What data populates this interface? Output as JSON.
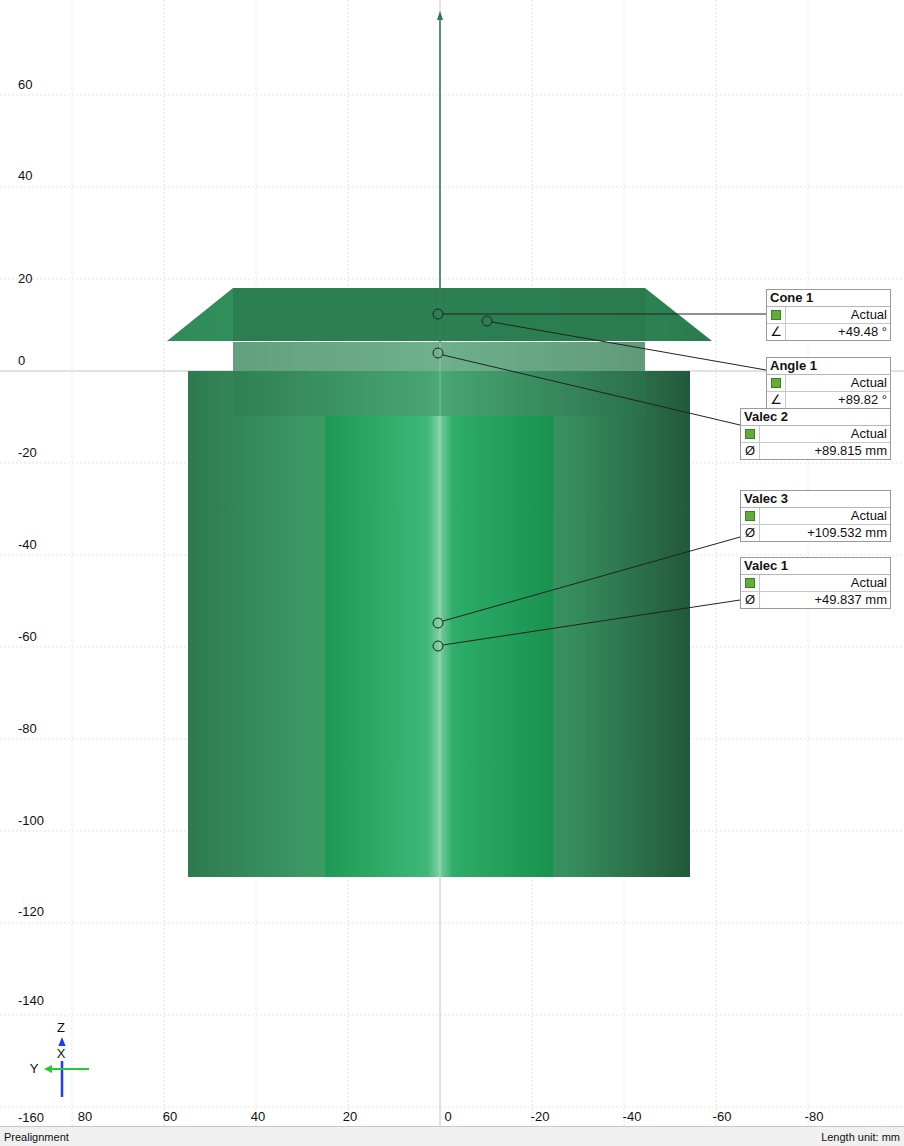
{
  "diagram": {
    "nodes": [
      {
        "text": [
          "Cone 1",
          "Actual",
          "∠",
          "+49.48 °"
        ]
      },
      {
        "text": [
          "Angle 1",
          "Actual",
          "∠",
          "+89.82 °"
        ]
      },
      {
        "text": [
          "Valec 2",
          "Actual",
          "Ø",
          "+89.815 mm"
        ]
      },
      {
        "text": [
          "Valec 3",
          "Actual",
          "Ø",
          "+109.532 mm"
        ]
      },
      {
        "text": [
          "Valec 1",
          "Actual",
          "Ø",
          "+49.837 mm"
        ]
      }
    ],
    "labels": [
      "60",
      "40",
      "20",
      "0",
      "-20",
      "-40",
      "-60",
      "-80",
      "-100",
      "-120",
      "-140",
      "-160",
      "80",
      "60",
      "40",
      "20",
      "0",
      "-20",
      "-40",
      "-60",
      "-80",
      "Z",
      "X",
      "Y",
      "Prealignment",
      "Length unit: mm"
    ]
  }
}
